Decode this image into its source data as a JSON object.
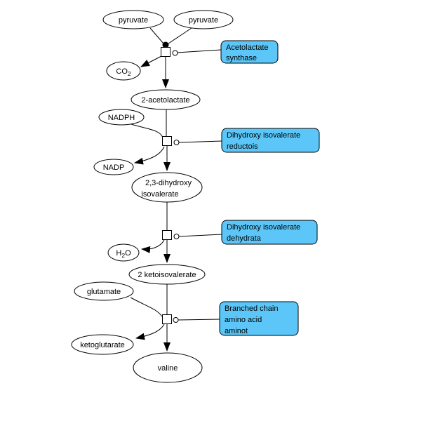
{
  "metabolites": {
    "pyruvate1": "pyruvate",
    "pyruvate2": "pyruvate",
    "co2_base": "CO",
    "co2_sub": "2",
    "acetolactate": "2-acetolactate",
    "nadph": "NADPH",
    "nadp": "NADP",
    "dihydroxy_line1": "2,3-dihydroxy",
    "dihydroxy_line2": "isovalerate",
    "h2o_base": "H",
    "h2o_sub": "2",
    "h2o_tail": "O",
    "ketoisovalerate": "2 ketoisovalerate",
    "glutamate": "glutamate",
    "ketoglutarate": "ketoglutarate",
    "valine": "valine"
  },
  "enzymes": {
    "acetolactate_synthase_line1": "Acetolactate",
    "acetolactate_synthase_line2": "synthase",
    "reductoisomerase_line1": "Dihydroxy isovalerate",
    "reductoisomerase_line2": "reductois",
    "dehydratase_line1": "Dihydroxy isovalerate",
    "dehydratase_line2": "dehydrata",
    "aminotransferase_line1": "Branched chain",
    "aminotransferase_line2": "amino acid",
    "aminotransferase_line3": "aminot"
  },
  "colors": {
    "enzyme_fill": "#5BC6F7",
    "node_fill": "#FFFFFF",
    "line": "#000000"
  }
}
